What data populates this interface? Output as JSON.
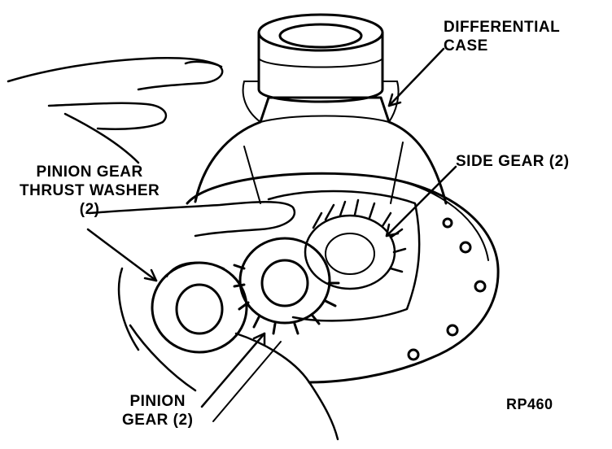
{
  "labels": {
    "differential_case": [
      "DIFFERENTIAL",
      "CASE"
    ],
    "side_gear": "SIDE GEAR (2)",
    "pinion_gear_thrust_washer": [
      "PINION GEAR",
      "THRUST WASHER",
      "(2)"
    ],
    "pinion_gear": [
      "PINION",
      "GEAR (2)"
    ],
    "figure_code": "RP460"
  },
  "colors": {
    "ink": "#000000",
    "paper": "#ffffff"
  }
}
